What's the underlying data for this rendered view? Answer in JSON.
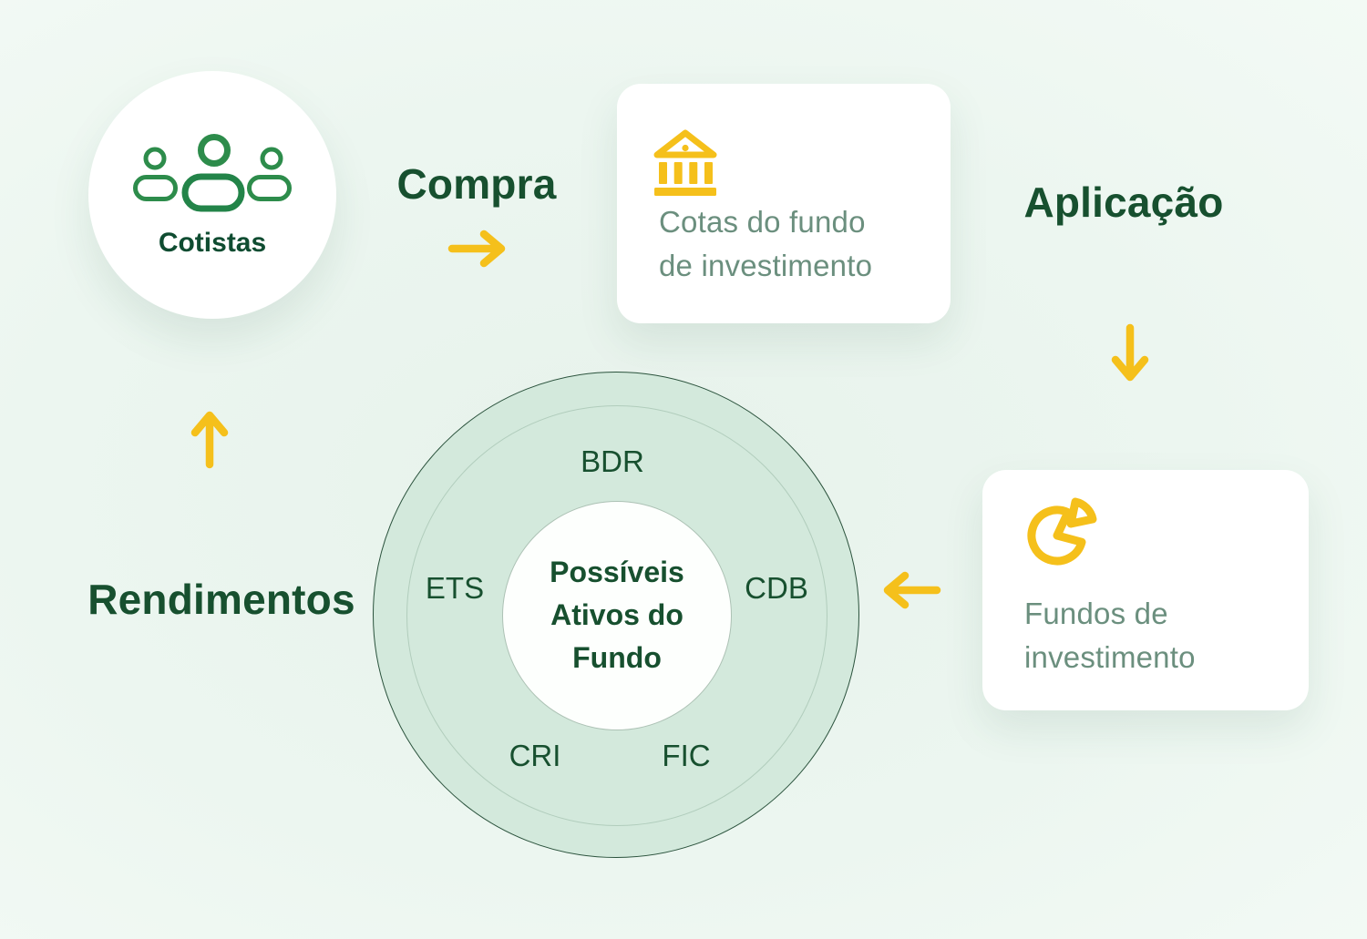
{
  "colors": {
    "background": "#ECF6F0",
    "dark_green_text": "#17502F",
    "icon_green": "#2D8C4B",
    "muted_card_text": "#6B8F7E",
    "accent_yellow": "#F5C01B",
    "assets_circle_fill": "#D3E9DC",
    "card_white": "#FFFFFF"
  },
  "cotistas": {
    "label": "Cotistas"
  },
  "flow": {
    "compra": "Compra",
    "aplicacao": "Aplicação",
    "rendimentos": "Rendimentos"
  },
  "cards": {
    "cotas": {
      "line1": "Cotas do fundo",
      "line2": "de investimento"
    },
    "fundos": {
      "line1": "Fundos de",
      "line2": "investimento"
    }
  },
  "assets_circle": {
    "center": [
      "Possíveis",
      "Ativos do",
      "Fundo"
    ],
    "labels": {
      "top": "BDR",
      "right": "CDB",
      "left": "ETS",
      "bottom_left": "CRI",
      "bottom_right": "FIC"
    }
  }
}
